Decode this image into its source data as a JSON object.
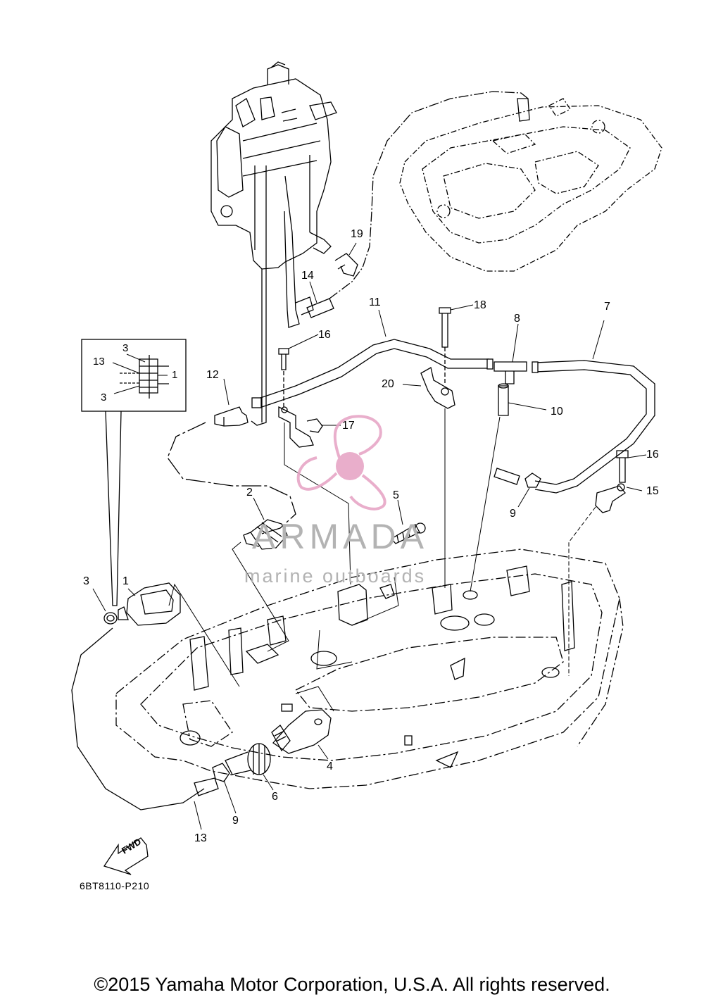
{
  "callouts": {
    "n1": "1",
    "n2": "2",
    "n3": "3",
    "n4": "4",
    "n5": "5",
    "n6": "6",
    "n7": "7",
    "n8": "8",
    "n9a": "9",
    "n9b": "9",
    "n10": "10",
    "n11": "11",
    "n12": "12",
    "n13": "13",
    "n14": "14",
    "n15": "15",
    "n16a": "16",
    "n16b": "16",
    "n17": "17",
    "n18": "18",
    "n19": "19",
    "n20": "20"
  },
  "inset": {
    "label_top": "3",
    "label_left": "13",
    "label_right": "1",
    "label_bottom": "3"
  },
  "fwd_label": "FWD",
  "diagram_code": "6BT8110-P210",
  "watermark": {
    "brand": "ARMADA",
    "tagline": "marine outboards",
    "logo": "armada-propeller-logo"
  },
  "footer": {
    "copyright": "©2015 Yamaha Motor Corporation, U.S.A. All rights reserved."
  },
  "colors": {
    "line": "#000000",
    "watermark_pink": "#e7a6c6",
    "watermark_grey": "#b3b3b3"
  }
}
